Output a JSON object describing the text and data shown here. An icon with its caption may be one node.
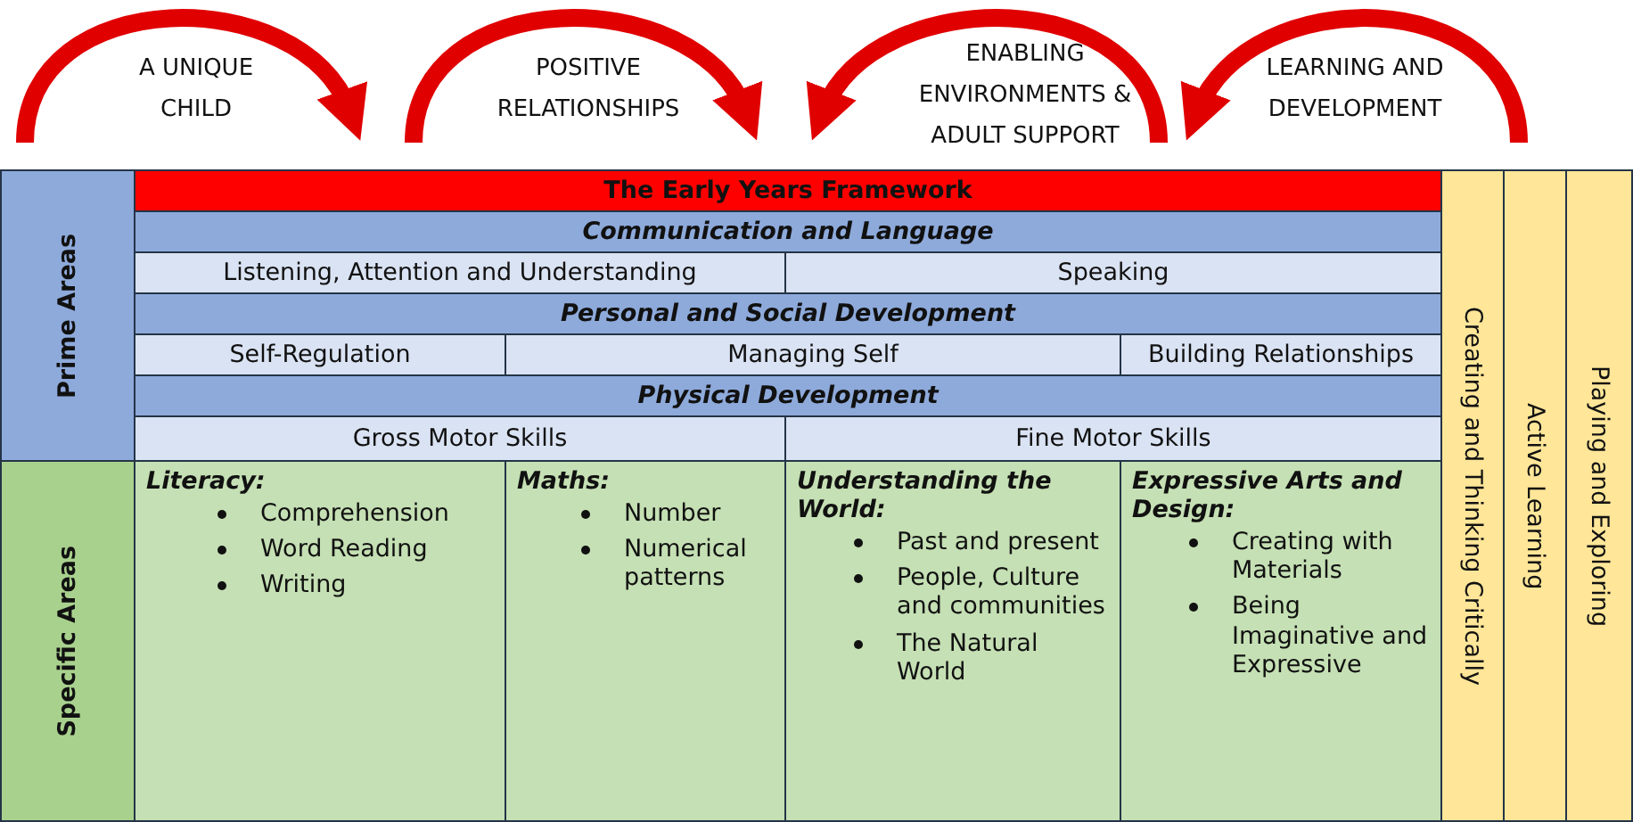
{
  "diagram": {
    "nodes": [
      {
        "text": [
          "Prime Areas"
        ]
      },
      {
        "text": [
          "The Early Years Framework"
        ]
      },
      {
        "text": [
          "Communication and Language"
        ]
      },
      {
        "text": [
          "Listening, Attention and Understanding"
        ]
      },
      {
        "text": [
          "Speaking"
        ]
      },
      {
        "text": [
          "Personal and Social Development"
        ]
      },
      {
        "text": [
          "Self-Regulation"
        ]
      },
      {
        "text": [
          "Managing Self"
        ]
      },
      {
        "text": [
          "Building Relationships"
        ]
      },
      {
        "text": [
          "Physical Development"
        ]
      },
      {
        "text": [
          "Gross Motor Skills"
        ]
      },
      {
        "text": [
          "Fine Motor Skills"
        ]
      },
      {
        "text": [
          "Specific Areas"
        ]
      },
      {
        "text": [
          "Literacy:",
          "Comprehension",
          "Word Reading",
          "Writing"
        ]
      },
      {
        "text": [
          "Maths:",
          "Number",
          "Numerical patterns"
        ]
      },
      {
        "text": [
          "Understanding the World:",
          "Past and present",
          "People, Culture and communities",
          "The Natural World"
        ]
      },
      {
        "text": [
          "Expressive Arts and Design:",
          "Creating with Materials",
          "Being Imaginative and Expressive"
        ]
      },
      {
        "text": [
          "Creating and Thinking Critically"
        ]
      },
      {
        "text": [
          "Active Learning"
        ]
      },
      {
        "text": [
          "Playing and Exploring"
        ]
      }
    ],
    "edges": [],
    "labels": [
      "A UNIQUE CHILD",
      "POSITIVE RELATIONSHIPS",
      "ENABLING ENVIRONMENTS & ADULT SUPPORT",
      "LEARNING AND DEVELOPMENT"
    ]
  }
}
